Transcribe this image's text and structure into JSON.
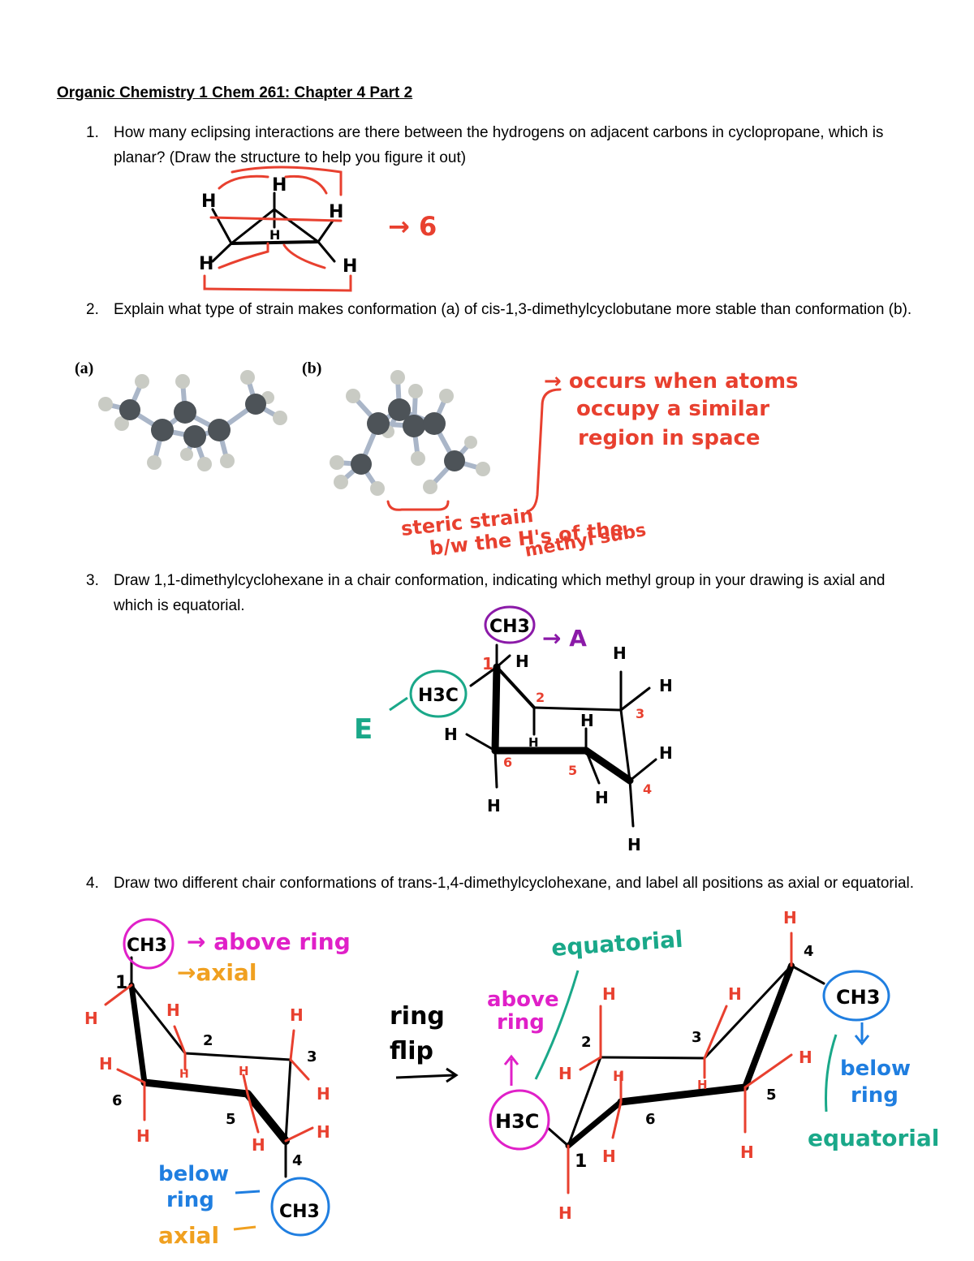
{
  "title": "Organic Chemistry 1 Chem 261: Chapter 4 Part 2",
  "questions": [
    {
      "num": "1.",
      "text": "How many eclipsing interactions are there between the hydrogens on adjacent carbons in cyclopropane, which is planar? (Draw the structure to help you figure it out)"
    },
    {
      "num": "2.",
      "text": "Explain what type of strain makes conformation (a) of cis-1,3-dimethylcyclobutane more stable than conformation (b)."
    },
    {
      "num": "3.",
      "text": "Draw 1,1-dimethylcyclohexane in a chair conformation, indicating which methyl group in your drawing is axial and which is equatorial."
    },
    {
      "num": "4.",
      "text": "Draw two different chair conformations of trans-1,4-dimethylcyclohexane, and label all positions as axial or equatorial."
    }
  ],
  "q1": {
    "answer": "→ 6",
    "atom": "H"
  },
  "q2": {
    "label_a": "(a)",
    "label_b": "(b)",
    "note_line1": "→ occurs when atoms",
    "note_line2": "occupy a similar",
    "note_line3": "region in space",
    "answer_line1": "steric strain",
    "answer_line2": "b/w the H's of the",
    "answer_line3": "methyl subs"
  },
  "q3": {
    "axial_group": "CH3",
    "axial_label": "→ A",
    "eq_group": "H3C",
    "eq_label": "E",
    "numbers": [
      "1",
      "2",
      "3",
      "4",
      "5",
      "6"
    ],
    "h": "H"
  },
  "q4": {
    "left_top_group": "CH3",
    "left_top_note1": "→ above ring",
    "left_top_note2": "→axial",
    "left_bottom_group": "CH3",
    "left_bottom_note1": "below",
    "left_bottom_note2": "ring",
    "left_bottom_note3": "axial",
    "flip1": "ring",
    "flip2": "flip",
    "right_left_group": "H3C",
    "right_left_note1": "above",
    "right_left_note2": "ring",
    "right_left_note3": "equatorial",
    "right_right_group": "CH3",
    "right_right_note1": "below",
    "right_right_note2": "ring",
    "right_right_note3": "equatorial",
    "numbers": [
      "1",
      "2",
      "3",
      "4",
      "5",
      "6"
    ],
    "h": "H"
  },
  "colors": {
    "red": "#e8402f",
    "purple": "#8b1aa8",
    "teal": "#1aa889",
    "magenta": "#e020c8",
    "blue": "#1f7ee0",
    "orange": "#f0a020"
  }
}
